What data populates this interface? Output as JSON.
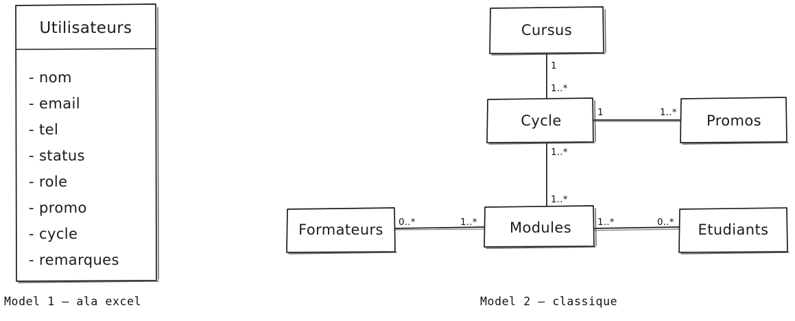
{
  "page": {
    "background": "#ffffff",
    "ink": "#1b1b1f"
  },
  "model1": {
    "caption": "Model 1 – ala excel",
    "entity": {
      "name": "Utilisateurs",
      "attributes": [
        "- nom",
        "- email",
        "- tel",
        "- status",
        "- role",
        "- promo",
        "- cycle",
        "- remarques"
      ]
    }
  },
  "model2": {
    "caption": "Model 2 – classique",
    "classes": [
      {
        "id": "cursus",
        "label": "Cursus"
      },
      {
        "id": "cycle",
        "label": "Cycle"
      },
      {
        "id": "promos",
        "label": "Promos"
      },
      {
        "id": "formateurs",
        "label": "Formateurs"
      },
      {
        "id": "modules",
        "label": "Modules"
      },
      {
        "id": "etudiants",
        "label": "Etudiants"
      }
    ],
    "relations": [
      {
        "from": "cursus",
        "to": "cycle",
        "from_multiplicity": "1",
        "to_multiplicity": "1..*"
      },
      {
        "from": "cycle",
        "to": "promos",
        "from_multiplicity": "1",
        "to_multiplicity": "1..*"
      },
      {
        "from": "cycle",
        "to": "modules",
        "from_multiplicity": "1..*",
        "to_multiplicity": "1..*"
      },
      {
        "from": "formateurs",
        "to": "modules",
        "from_multiplicity": "0..*",
        "to_multiplicity": "1..*"
      },
      {
        "from": "modules",
        "to": "etudiants",
        "from_multiplicity": "1..*",
        "to_multiplicity": "0..*"
      }
    ]
  }
}
